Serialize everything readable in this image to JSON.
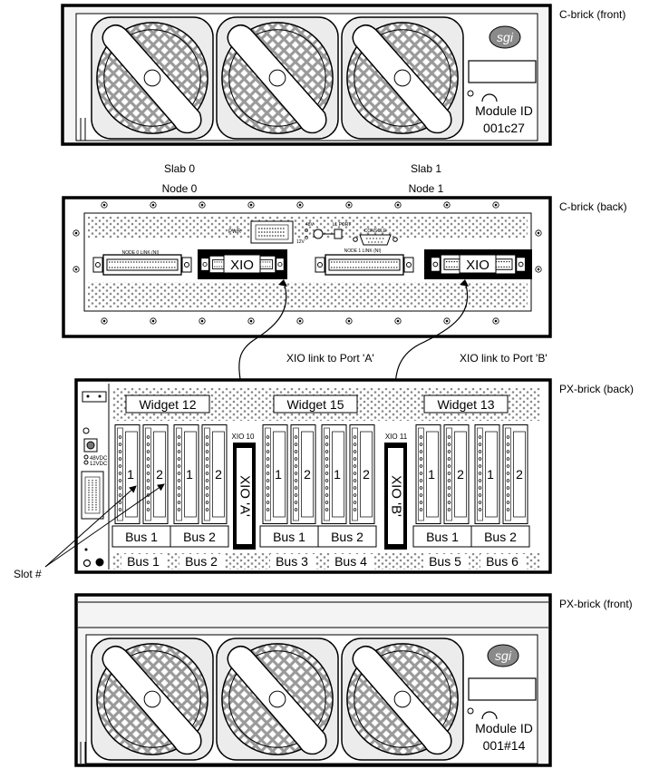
{
  "labels": {
    "cbrick_front": "C-brick (front)",
    "cbrick_back": "C-brick (back)",
    "pxbrick_back": "PX-brick (back)",
    "pxbrick_front": "PX-brick (front)",
    "slab0": "Slab 0",
    "node0": "Node 0",
    "slab1": "Slab 1",
    "node1": "Node 1",
    "xio_link_a": "XIO link to Port 'A'",
    "xio_link_b": "XIO link to Port 'B'",
    "slot_hash": "Slot #"
  },
  "cbrick_front": {
    "logo": "sgi",
    "module_id_label": "Module ID",
    "module_id_value": "001c27"
  },
  "pxbrick_front": {
    "logo": "sgi",
    "module_id_label": "Module ID",
    "module_id_value": "001#14"
  },
  "cbrick_back": {
    "xio_left": "XIO",
    "xio_right": "XIO",
    "pwr": "PWR",
    "v48": "48V",
    "v12": "12V",
    "l1_port": "L1 PORT",
    "console": "CONSOLE",
    "node0_link": "NODE 0 LINK (NI)",
    "node1_link": "NODE 1 LINK (NI)"
  },
  "pxbrick_back": {
    "widget_12": "Widget 12",
    "widget_15": "Widget 15",
    "widget_13": "Widget 13",
    "xio10": "XIO 10",
    "xio11": "XIO 11",
    "xio_a": "XIO 'A'",
    "xio_b": "XIO 'B'",
    "v48dc": "48VDC",
    "v12dc": "12VDC",
    "slot1": "1",
    "slot2": "2",
    "group_bus": [
      "Bus 1",
      "Bus 2",
      "Bus 1",
      "Bus 2",
      "Bus 1",
      "Bus 2"
    ],
    "bottom_bus": [
      "Bus 1",
      "Bus 2",
      "Bus 3",
      "Bus 4",
      "Bus 5",
      "Bus 6"
    ]
  }
}
